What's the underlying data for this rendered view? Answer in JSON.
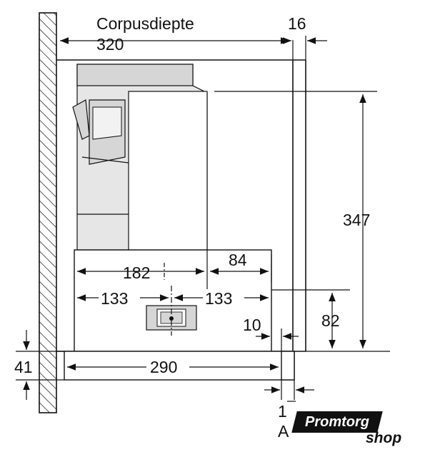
{
  "labels": {
    "corpus_title": "Corpusdiepte",
    "corpus_depth": "320",
    "side_offset": "16",
    "height": "347",
    "width_182": "182",
    "width_84": "84",
    "left_133": "133",
    "right_133": "133",
    "height_82": "82",
    "gap_10": "10",
    "bottom_41": "41",
    "panel_290": "290",
    "section_mark": "1",
    "section_letter": "A"
  },
  "watermark": {
    "brand": "Promtorg",
    "suffix": "shop"
  }
}
